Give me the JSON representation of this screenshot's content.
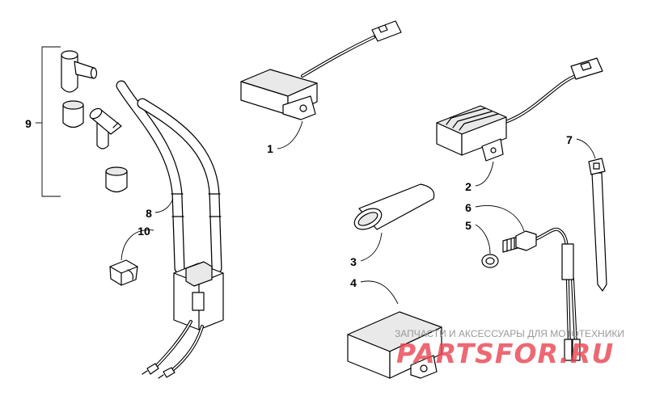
{
  "callouts": [
    "1",
    "2",
    "3",
    "4",
    "5",
    "6",
    "7",
    "8",
    "9",
    "10"
  ],
  "watermark": {
    "tagline": "ЗАПЧАСТИ И АКСЕССУАРЫ ДЛЯ МОТОТЕХНИКИ",
    "logo": "PARTSFOR.RU"
  },
  "colors": {
    "background": "#ffffff",
    "line": "#000000",
    "tagline": "#9a9a9a",
    "logo": "#e8424f"
  }
}
